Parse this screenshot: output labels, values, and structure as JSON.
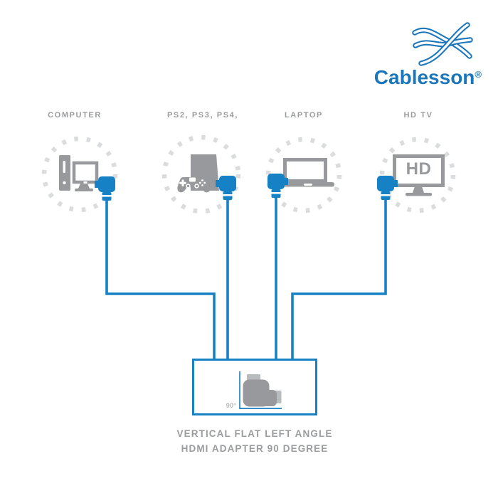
{
  "brand": {
    "name": "Cablesson",
    "registered_mark": "®"
  },
  "devices": [
    {
      "id": "computer",
      "label": "COMPUTER"
    },
    {
      "id": "games-console",
      "label": "PS2, PS3, PS4,"
    },
    {
      "id": "laptop",
      "label": "LAPTOP"
    },
    {
      "id": "hdtv",
      "label": "HD TV",
      "screen_text": "HD"
    }
  ],
  "adapter_box": {
    "angle_label": "90°",
    "caption_line1": "VERTICAL FLAT LEFT ANGLE",
    "caption_line2": "HDMI ADAPTER 90 DEGREE"
  },
  "colors": {
    "blue": "#1681c4",
    "logo_blue": "#1b76bb",
    "gray": "#97999c",
    "light_gray": "#b9bcbe",
    "dash": "#dadcde",
    "label_gray": "#9a9c9e"
  }
}
